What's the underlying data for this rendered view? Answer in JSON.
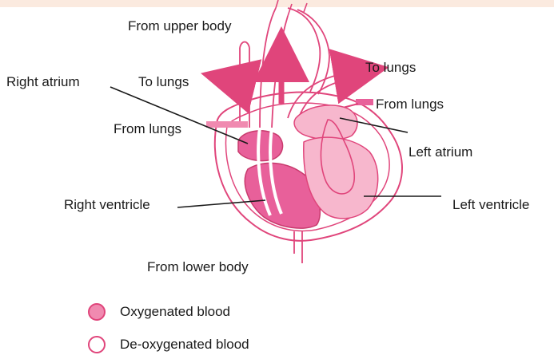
{
  "labels": {
    "from_upper_body": "From upper body",
    "right_atrium": "Right atrium",
    "to_lungs_left": "To lungs",
    "to_lungs_right": "To lungs",
    "from_lungs_right": "From lungs",
    "from_lungs_left": "From lungs",
    "left_atrium": "Left atrium",
    "right_ventricle": "Right ventricle",
    "left_ventricle": "Left ventricle",
    "from_lower_body": "From lower body"
  },
  "legend": {
    "oxygenated": "Oxygenated blood",
    "deoxygenated": "De-oxygenated blood"
  },
  "colors": {
    "outline": "#e0457b",
    "oxygenated_fill": "#f08ab0",
    "deoxygenated_fill": "#ffffff",
    "light_fill": "#f7b7cd",
    "dark_fill": "#e8609a",
    "band": "#fbeadf"
  }
}
